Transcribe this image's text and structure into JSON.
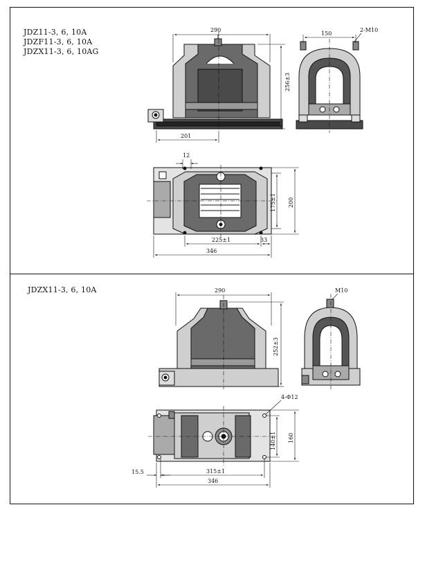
{
  "panels": [
    {
      "models": [
        "JDZ11-3, 6, 10A",
        "JDZF11-3, 6, 10A",
        "JDZX11-3, 6, 10AG"
      ],
      "front": {
        "width": "290",
        "height": "256±3",
        "offset": "201"
      },
      "side": {
        "span": "150",
        "thread": "2-M10"
      },
      "plan": {
        "slot": "12",
        "inner": "175±1",
        "outer": "200",
        "hole_span": "225±1",
        "edge": "33",
        "length": "346"
      }
    },
    {
      "models": [
        "JDZX11-3, 6, 10A"
      ],
      "front": {
        "width": "290",
        "height": "252±3"
      },
      "side": {
        "thread": "M10"
      },
      "plan": {
        "holes": "4-Φ12",
        "inner": "140±1",
        "outer": "160",
        "left_edge": "15.5",
        "hole_span": "315±1",
        "length": "346"
      }
    }
  ],
  "colors": {
    "line": "#111111",
    "fill": "#3a3a3a",
    "light": "#8a8a8a"
  }
}
